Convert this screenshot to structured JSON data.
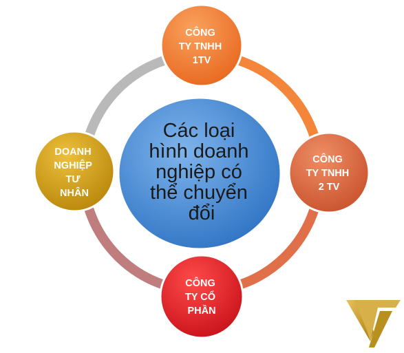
{
  "center": {
    "lines": [
      "Các loại",
      "hình doanh",
      "nghiệp có",
      "thể chuyển",
      "đổi"
    ]
  },
  "nodes": {
    "top": {
      "lines": [
        "CÔNG",
        "TY TNHH",
        "1TV"
      ],
      "color": "#F07A2E"
    },
    "right": {
      "lines": [
        "CÔNG",
        "TY TNHH",
        "2 TV"
      ],
      "color": "#D9663C"
    },
    "bottom": {
      "lines": [
        "CÔNG",
        "TY CỔ",
        "PHẦN"
      ],
      "color": "#E31E24"
    },
    "left": {
      "lines": [
        "DOANH",
        "NGHIỆP",
        "TƯ",
        "NHÂN"
      ],
      "color": "#D4A017"
    }
  },
  "ring_colors": [
    "#F3863B",
    "#E0704A",
    "#BF7D7D",
    "#B9B9B9"
  ],
  "center_color": "#4A8FD8",
  "logo": {
    "name": "tv-logo",
    "colors": [
      "#C9A227",
      "#E8C25A"
    ]
  }
}
